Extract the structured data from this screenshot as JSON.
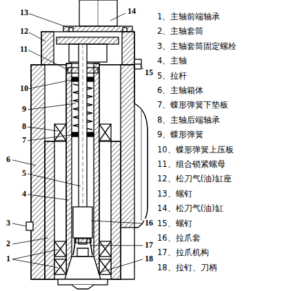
{
  "diagram": {
    "labels": [
      "13",
      "14",
      "12",
      "15",
      "11",
      "10",
      "9",
      "8",
      "7",
      "6",
      "5",
      "4",
      "3",
      "2",
      "1",
      "16",
      "17",
      "18",
      "1、主轴前端轴承",
      "2、主轴套筒",
      "3、主轴套筒固定螺栓",
      "4、主轴",
      "5、拉杆",
      "6、主轴箱体",
      "7、蝶形弹簧下垫板",
      "8、主轴后端轴承",
      "9、蝶形弹簧",
      "10、蝶形弹簧上压板",
      "11、组合锁紧螺母",
      "12、松刀气(油)缸座",
      "13、螺钉",
      "14、松刀气(油)缸",
      "15、螺钉",
      "16、拉爪套",
      "17、拉爪机构",
      "18、拉钉、刀柄"
    ]
  }
}
